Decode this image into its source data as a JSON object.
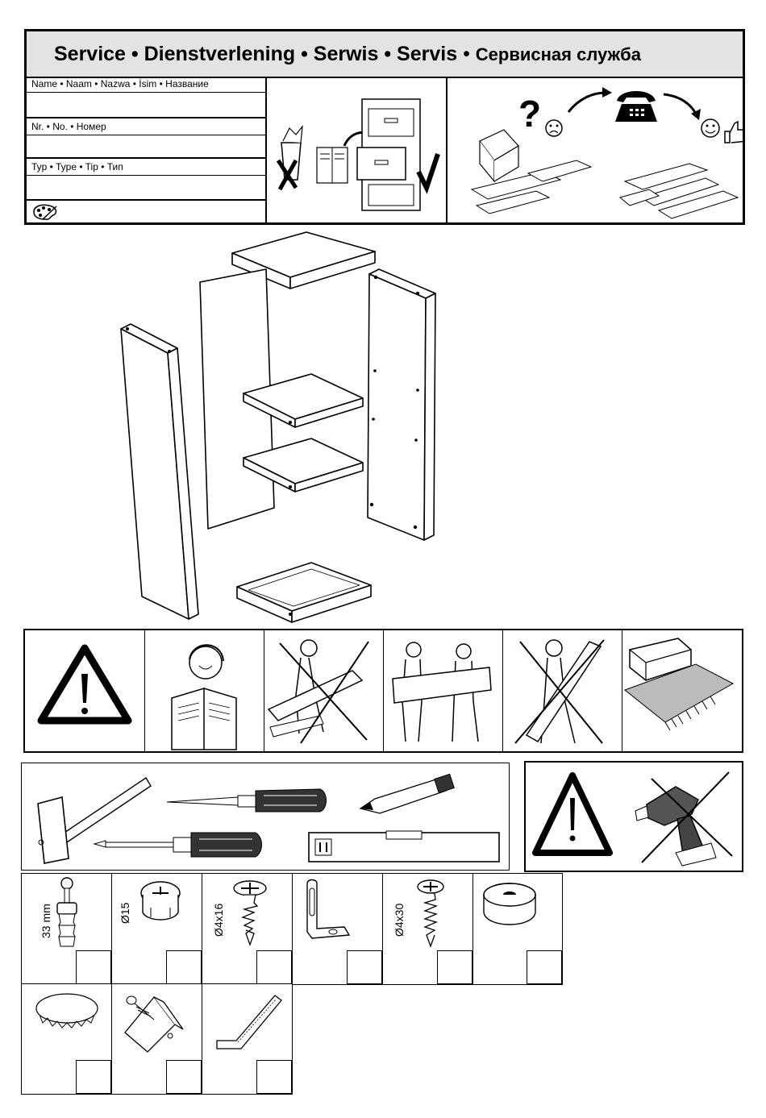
{
  "service": {
    "title_latin": "Service • Dienstverlening • Serwis • Servis",
    "title_sep": " • ",
    "title_cyrillic": "Сервисная служба",
    "fields": [
      {
        "label": "Name • Naam • Nazwa • İsim • Название"
      },
      {
        "label": "Nr. • No. • Номер"
      },
      {
        "label": "Typ • Type • Tip • Тип"
      }
    ],
    "filing_icons": [
      "discard-manual-icon",
      "file-manual-icon",
      "checkmark-icon"
    ],
    "support_icons": [
      "question-mark-icon",
      "sad-face-icon",
      "telephone-icon",
      "happy-face-icon",
      "thumbs-up-icon"
    ]
  },
  "hardware": {
    "items": [
      {
        "label": "33 mm",
        "icon": "cam-dowel-icon"
      },
      {
        "label": "Ø15",
        "icon": "cam-lock-icon"
      },
      {
        "label": "Ø4x16",
        "icon": "screw-short-icon"
      },
      {
        "label": "",
        "icon": "angle-bracket-icon"
      },
      {
        "label": "Ø4x30",
        "icon": "screw-long-icon"
      },
      {
        "label": "",
        "icon": "felt-pad-icon"
      },
      {
        "label": "",
        "icon": "cover-cap-icon"
      },
      {
        "label": "",
        "icon": "corner-block-icon"
      },
      {
        "label": "",
        "icon": "allen-key-icon"
      }
    ]
  },
  "tools": [
    "hammer-icon",
    "flat-screwdriver-icon",
    "pencil-icon",
    "phillips-screwdriver-icon",
    "spirit-level-icon"
  ],
  "warnings": [
    "warning-triangle-icon",
    "read-manual-icon",
    "no-single-carry-icon",
    "two-person-carry-icon",
    "no-vertical-carry-icon",
    "soft-surface-icon"
  ]
}
